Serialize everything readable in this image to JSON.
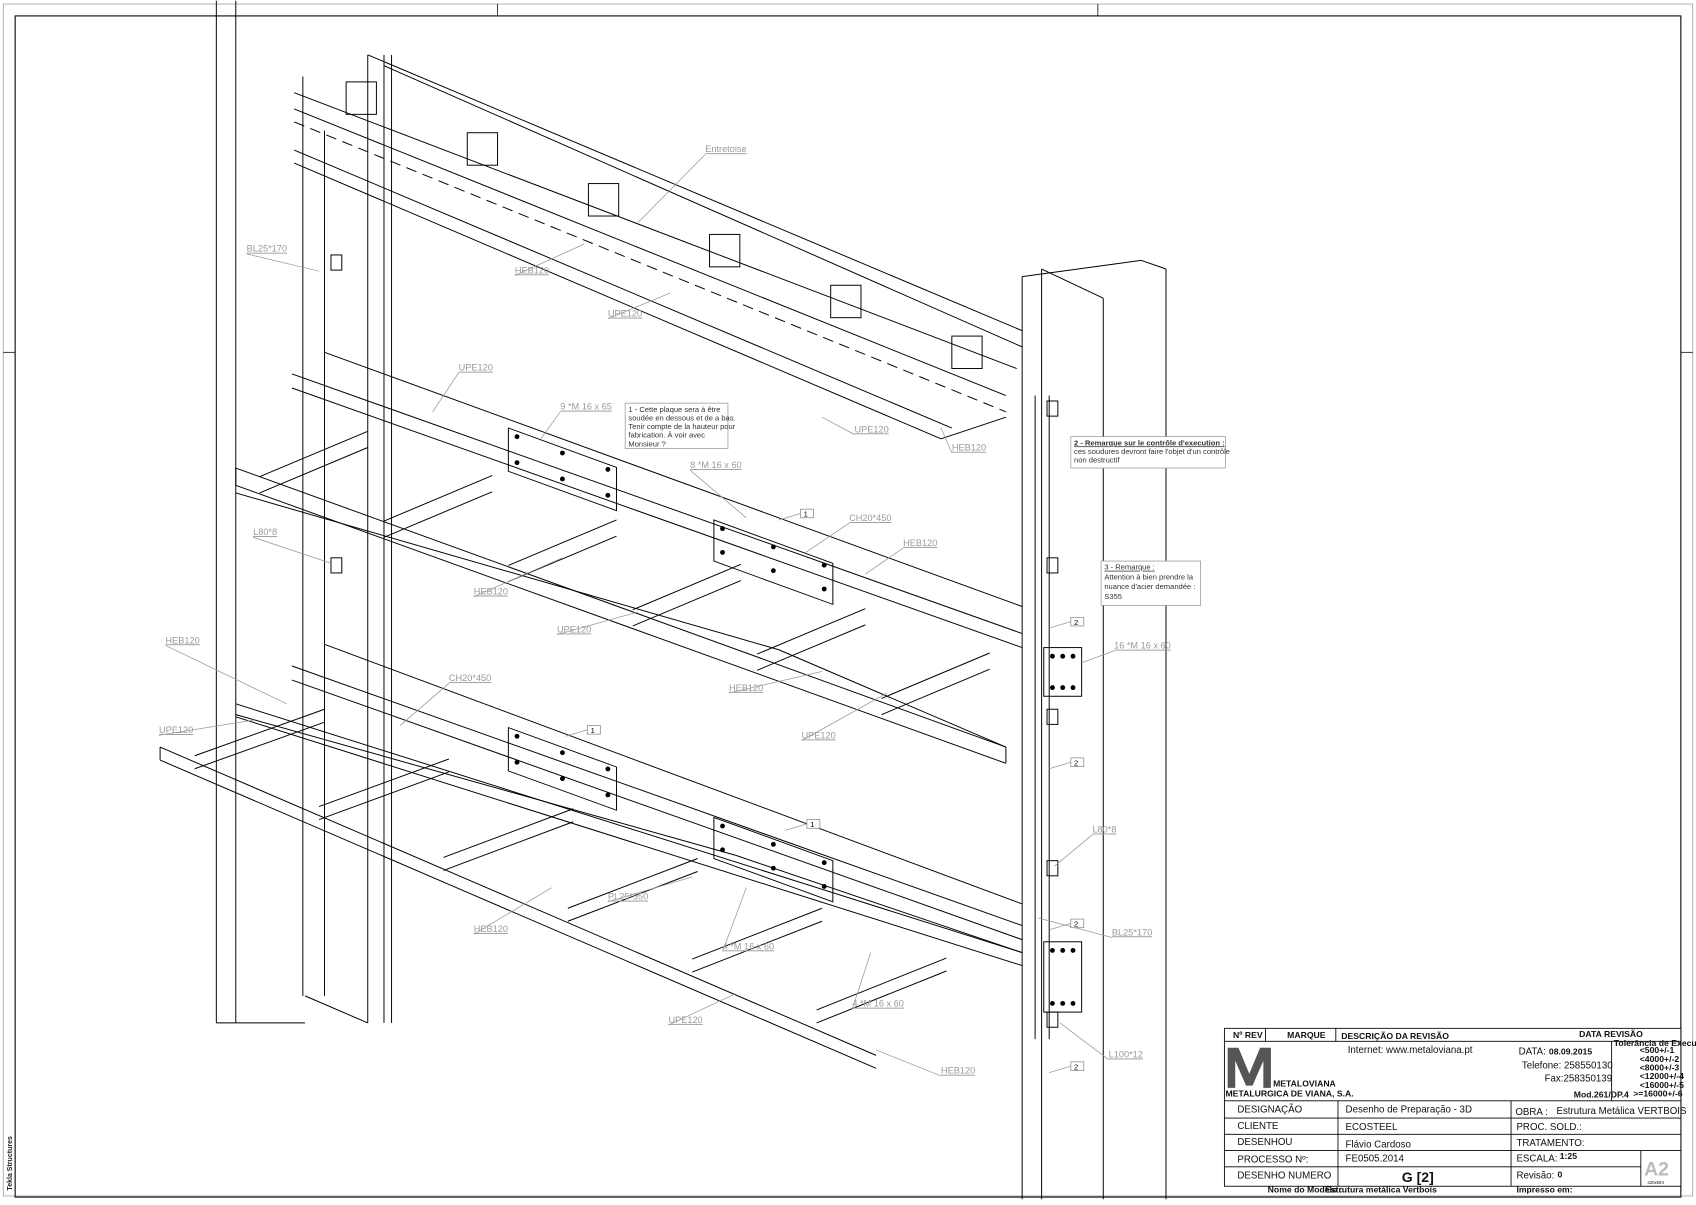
{
  "drawing": {
    "side_text": "Tekla Structures",
    "labels": [
      {
        "id": "entretoise",
        "text": "Entretoise"
      },
      {
        "id": "bl25-top",
        "text": "BL25*170"
      },
      {
        "id": "heb120-a",
        "text": "HEB120"
      },
      {
        "id": "upe120-a",
        "text": "UPE120"
      },
      {
        "id": "upe120-b",
        "text": "UPE120"
      },
      {
        "id": "bolts-9",
        "text": "9 *M 16 x 65"
      },
      {
        "id": "upe120-c",
        "text": "UPE120"
      },
      {
        "id": "heb120-b",
        "text": "HEB120"
      },
      {
        "id": "bolts-8",
        "text": "8 *M 16 x 60"
      },
      {
        "id": "ch20-a",
        "text": "CH20*450"
      },
      {
        "id": "heb120-c",
        "text": "HEB120"
      },
      {
        "id": "l80-a",
        "text": "L80*8"
      },
      {
        "id": "heb120-d",
        "text": "HEB120"
      },
      {
        "id": "upe120-d",
        "text": "UPE120"
      },
      {
        "id": "heb120-e",
        "text": "HEB120"
      },
      {
        "id": "upe120-e",
        "text": "UPE120"
      },
      {
        "id": "bolts-16",
        "text": "16 *M 16 x 60"
      },
      {
        "id": "heb120-f",
        "text": "HEB120"
      },
      {
        "id": "ch20-b",
        "text": "CH20*450"
      },
      {
        "id": "upe120-f",
        "text": "UPE120"
      },
      {
        "id": "l80-b",
        "text": "L80*8"
      },
      {
        "id": "pl25",
        "text": "PL25*550"
      },
      {
        "id": "heb120-g",
        "text": "HEB120"
      },
      {
        "id": "bolts-4a",
        "text": "4 *M 16 x 60"
      },
      {
        "id": "bl25-bottom",
        "text": "BL25*170"
      },
      {
        "id": "bolts-4b",
        "text": "4 *M 16 x 60"
      },
      {
        "id": "upe120-g",
        "text": "UPE120"
      },
      {
        "id": "heb120-h",
        "text": "HEB120"
      },
      {
        "id": "l100",
        "text": "L100*12"
      }
    ],
    "markers": [
      "1",
      "1",
      "1",
      "2",
      "2",
      "2",
      "2"
    ],
    "notes": [
      {
        "title": "1 - Cette plaque sera à être",
        "lines": [
          "soudée en dessous et de a bas.",
          "Tenir compte de la hauteur pour",
          "fabrication. À voir avec",
          "Monsieur ?"
        ]
      },
      {
        "title": "2 - Remarque sur le contrôle d'execution :",
        "lines": [
          "ces soudures devront faire l'objet d'un contrôle",
          "non destructif"
        ]
      },
      {
        "title": "3 - Remarque :",
        "lines": [
          "Attention à bien prendre la",
          "nuance d'acier demandée :",
          "S355"
        ]
      }
    ]
  },
  "title_block": {
    "rev_headers": {
      "n_rev": "Nº REV",
      "marque": "MARQUE",
      "descricao": "DESCRIÇÃO DA REVISÃO",
      "data_revisao": "DATA REVISÃO"
    },
    "logo": {
      "letter": "M",
      "name": "METALOVIANA",
      "company": "METALURGICA DE VIANA, S.A."
    },
    "internet": "Internet: www.metaloviana.pt",
    "data_label": "DATA:",
    "data_value": "08.09.2015",
    "telefone": "Telefone: 258550130",
    "fax": "Fax:258350139",
    "model_ref": "Mod.261/DP.4",
    "tolerances": {
      "title": "Tolerância de Execução:",
      "items": [
        "<500+/-1",
        "<4000+/-2",
        "<8000+/-3",
        "<12000+/-4",
        "<16000+/-5",
        ">=16000+/-6"
      ]
    },
    "rows": [
      {
        "label": "DESIGNAÇÃO",
        "value": "Desenho de Preparação - 3D"
      },
      {
        "label": "CLIENTE",
        "value": "ECOSTEEL"
      },
      {
        "label": "DESENHOU",
        "value": "Flávio Cardoso"
      },
      {
        "label": "PROCESSO Nº:",
        "value": "FE0505.2014"
      },
      {
        "label": "DESENHO NUMERO",
        "value": "G   [2]"
      }
    ],
    "obra_label": "OBRA :",
    "obra_value": "Estrutura Metálica VERTBOIS",
    "proc_sold": "PROC. SOLD.:",
    "tratamento": "TRATAMENTO:",
    "escala_label": "ESCALA:",
    "escala_value": "1:25",
    "revisao_label": "Revisão:",
    "revisao_value": "0",
    "format": "A2",
    "format_sub": "420x594",
    "footer_model_label": "Nome do Modelo :",
    "footer_model_value": "Estrutura metálica Vertbois",
    "footer_print": "Impresso em:"
  }
}
